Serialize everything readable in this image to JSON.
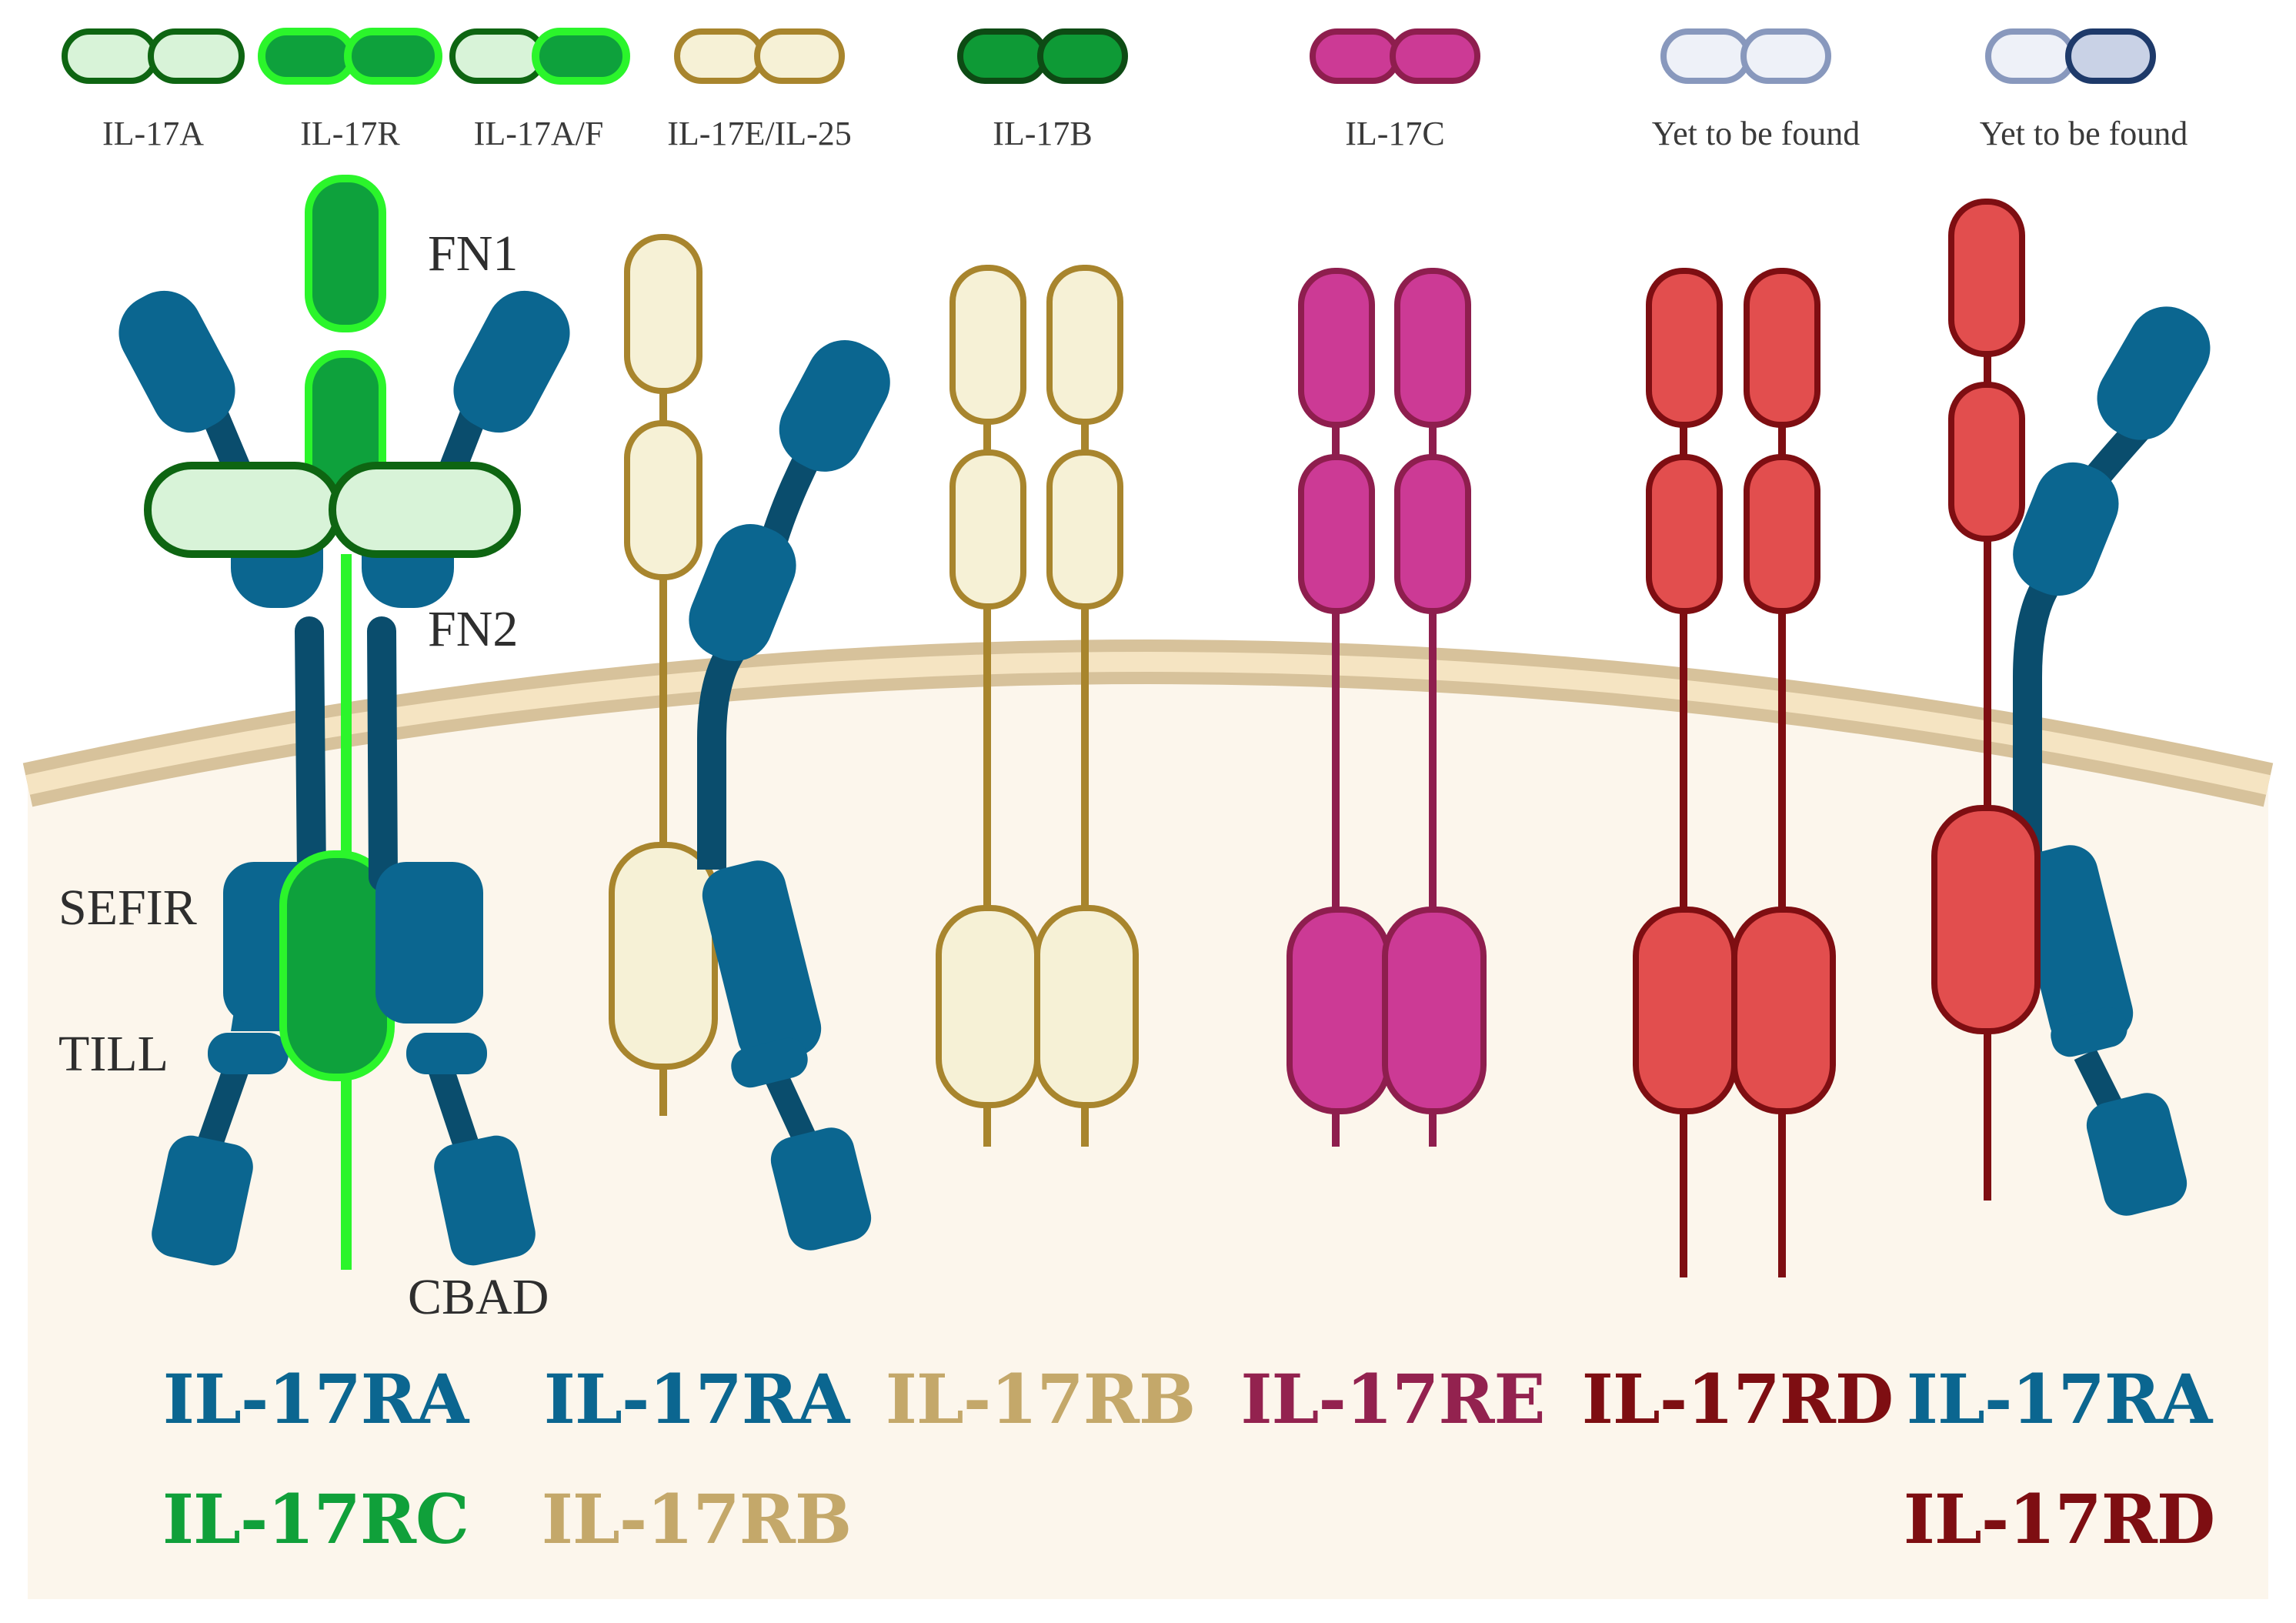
{
  "legend": [
    {
      "label": "IL-17A"
    },
    {
      "label": "IL-17R"
    },
    {
      "label": "IL-17A/F"
    },
    {
      "label": "IL-17E/IL-25"
    },
    {
      "label": "IL-17B"
    },
    {
      "label": "IL-17C"
    },
    {
      "label": "Yet to be found"
    },
    {
      "label": "Yet to be found"
    }
  ],
  "domains": {
    "fn1": "FN1",
    "fn2": "FN2",
    "sefir": "SEFIR",
    "till": "TILL",
    "cbad": "CBAD"
  },
  "complexes": [
    {
      "names": [
        {
          "text": "IL-17RA",
          "color": "#0b6690"
        },
        {
          "text": "IL-17RC",
          "color": "#10a03a"
        }
      ]
    },
    {
      "names": [
        {
          "text": "IL-17RA",
          "color": "#0b6690"
        },
        {
          "text": "IL-17RB",
          "color": "#c4a86a"
        }
      ]
    },
    {
      "names": [
        {
          "text": "IL-17RB",
          "color": "#c4a86a"
        }
      ]
    },
    {
      "names": [
        {
          "text": "IL-17RE",
          "color": "#93224f"
        }
      ]
    },
    {
      "names": [
        {
          "text": "IL-17RD",
          "color": "#7e0e12"
        }
      ]
    },
    {
      "names": [
        {
          "text": "IL-17RA",
          "color": "#0b6690"
        },
        {
          "text": "IL-17RD",
          "color": "#7e0e12"
        }
      ]
    }
  ],
  "colors": {
    "il17ra": "#0b6690",
    "il17ra_dark": "#0a4d6d",
    "il17rc": "#0ea13c",
    "il17rc_outline": "#2bf52b",
    "il17rb_fill": "#f6f1d6",
    "il17rb_outline": "#a8852d",
    "il17re_fill": "#cc3a95",
    "il17re_outline": "#8e1e4e",
    "il17rd_fill": "#e24e4e",
    "il17rd_outline": "#7e0e12",
    "membrane": "#d7c29b",
    "cytoplasm": "#fcf6ec"
  }
}
